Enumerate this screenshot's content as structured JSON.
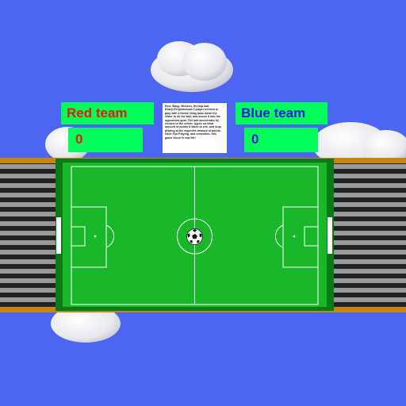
{
  "scoreboard": {
    "red": {
      "label": "Red team",
      "score": "0",
      "color": "#e8180c"
    },
    "blue": {
      "label": "Blue team",
      "score": "0",
      "color": "#1418e6"
    },
    "panel_bg": "#00ff5a"
  },
  "info": {
    "text": "Red: Wasp, Birdsen, Shrimp ball. Blue(CPU)download 2 player version to play with a friend! Drag balls down the slider to hit the ball, and knock it into the opponents goal. The ball accelerates by returns to the center. Agree on what amount of points it takes to win, and stop playing at the objective amount of points. Have Fun Playing, and remember, this game score is real life!"
  },
  "colors": {
    "sky": "#4d66f2",
    "pitch": "#18b82a",
    "pitch_border": "#0b7a16",
    "rail": "#c8860c",
    "lines": "#ffffff"
  },
  "icons": {
    "ball": "soccer-ball-icon"
  }
}
